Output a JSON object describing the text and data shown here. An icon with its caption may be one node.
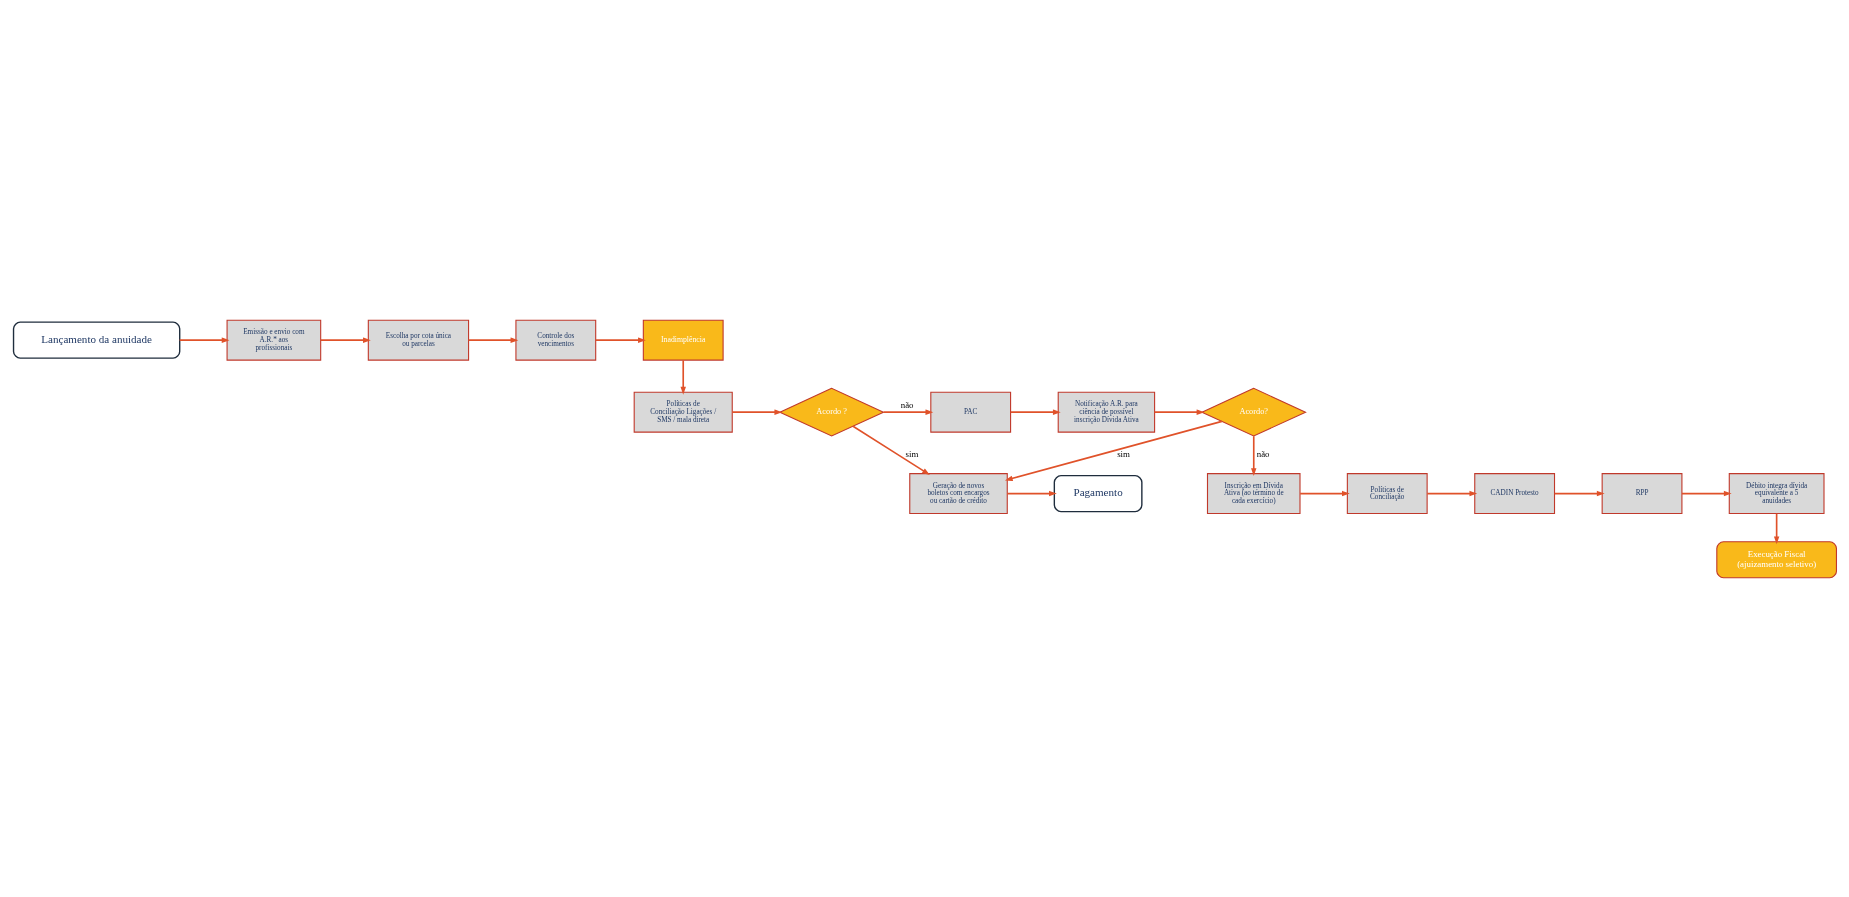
{
  "diagram": {
    "nodes": [
      {
        "text": [
          "Lançamento da anuidade"
        ]
      },
      {
        "text": [
          "Emissão e envio com A.R.* aos profissionais"
        ]
      },
      {
        "text": [
          "Escolha por cota única ou parcelas"
        ]
      },
      {
        "text": [
          "Controle dos vencimentos"
        ]
      },
      {
        "text": [
          "Inadimplência"
        ]
      },
      {
        "text": [
          "Políticas de Conciliação Ligações / SMS / mala direta"
        ]
      },
      {
        "text": [
          "Acordo ?"
        ]
      },
      {
        "text": [
          "PAC"
        ]
      },
      {
        "text": [
          "Notificação A.R. para ciência de possível inscrição Dívida Ativa"
        ]
      },
      {
        "text": [
          "Acordo?"
        ]
      },
      {
        "text": [
          "Geração de novos boletos com encargos ou cartão de crédito"
        ]
      },
      {
        "text": [
          "Pagamento"
        ]
      },
      {
        "text": [
          "Inscrição em Dívida Ativa (ao término de cada exercício)"
        ]
      },
      {
        "text": [
          "Políticas de Conciliação"
        ]
      },
      {
        "text": [
          "CADIN Protesto"
        ]
      },
      {
        "text": [
          "RPP"
        ]
      },
      {
        "text": [
          "Débito integra dívida equivalente a 5 anuidades"
        ]
      },
      {
        "text": [
          "Execução Fiscal (ajuizamento seletivo)"
        ]
      }
    ],
    "edges": [
      {
        "from": 0,
        "to": 1,
        "arrow": "to"
      },
      {
        "from": 1,
        "to": 2,
        "arrow": "to"
      },
      {
        "from": 2,
        "to": 3,
        "arrow": "to"
      },
      {
        "from": 3,
        "to": 4,
        "arrow": "to"
      },
      {
        "from": 4,
        "to": 5,
        "arrow": "to"
      },
      {
        "from": 5,
        "to": 6,
        "arrow": "to"
      },
      {
        "from": 6,
        "to": 7,
        "arrow": "to",
        "label": "não"
      },
      {
        "from": 7,
        "to": 8,
        "arrow": "to"
      },
      {
        "from": 8,
        "to": 9,
        "arrow": "to"
      },
      {
        "from": 6,
        "to": 10,
        "arrow": "to",
        "label": "sim"
      },
      {
        "from": 9,
        "to": 10,
        "arrow": "to",
        "label": "sim"
      },
      {
        "from": 10,
        "to": 11,
        "arrow": "to"
      },
      {
        "from": 9,
        "to": 12,
        "arrow": "to",
        "label": "não"
      },
      {
        "from": 12,
        "to": 13,
        "arrow": "to"
      },
      {
        "from": 13,
        "to": 14,
        "arrow": "to"
      },
      {
        "from": 14,
        "to": 15,
        "arrow": "to"
      },
      {
        "from": 15,
        "to": 16,
        "arrow": "to"
      },
      {
        "from": 16,
        "to": 17,
        "arrow": "to"
      }
    ]
  }
}
